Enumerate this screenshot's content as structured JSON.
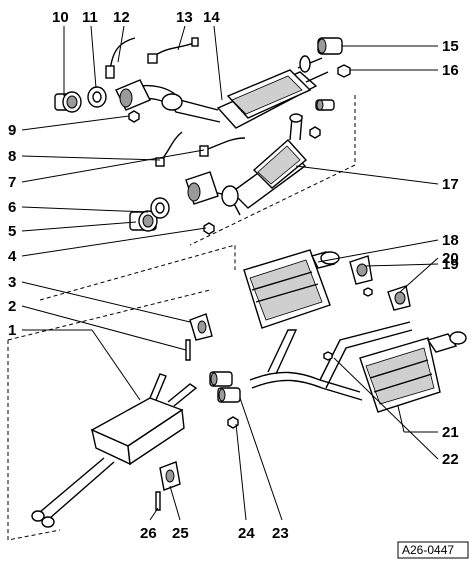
{
  "callouts": [
    {
      "id": "1",
      "text": "1"
    },
    {
      "id": "2",
      "text": "2"
    },
    {
      "id": "3",
      "text": "3"
    },
    {
      "id": "4",
      "text": "4"
    },
    {
      "id": "5",
      "text": "5"
    },
    {
      "id": "6",
      "text": "6"
    },
    {
      "id": "7",
      "text": "7"
    },
    {
      "id": "8",
      "text": "8"
    },
    {
      "id": "9",
      "text": "9"
    },
    {
      "id": "10",
      "text": "10"
    },
    {
      "id": "11",
      "text": "11"
    },
    {
      "id": "12",
      "text": "12"
    },
    {
      "id": "13",
      "text": "13"
    },
    {
      "id": "14",
      "text": "14"
    },
    {
      "id": "15",
      "text": "15"
    },
    {
      "id": "16",
      "text": "16"
    },
    {
      "id": "17",
      "text": "17"
    },
    {
      "id": "18",
      "text": "18"
    },
    {
      "id": "19",
      "text": "19"
    },
    {
      "id": "20",
      "text": "20"
    },
    {
      "id": "21",
      "text": "21"
    },
    {
      "id": "22",
      "text": "22"
    },
    {
      "id": "23",
      "text": "23"
    },
    {
      "id": "24",
      "text": "24"
    },
    {
      "id": "25",
      "text": "25"
    },
    {
      "id": "26",
      "text": "26"
    }
  ],
  "reference": "A26-0447"
}
